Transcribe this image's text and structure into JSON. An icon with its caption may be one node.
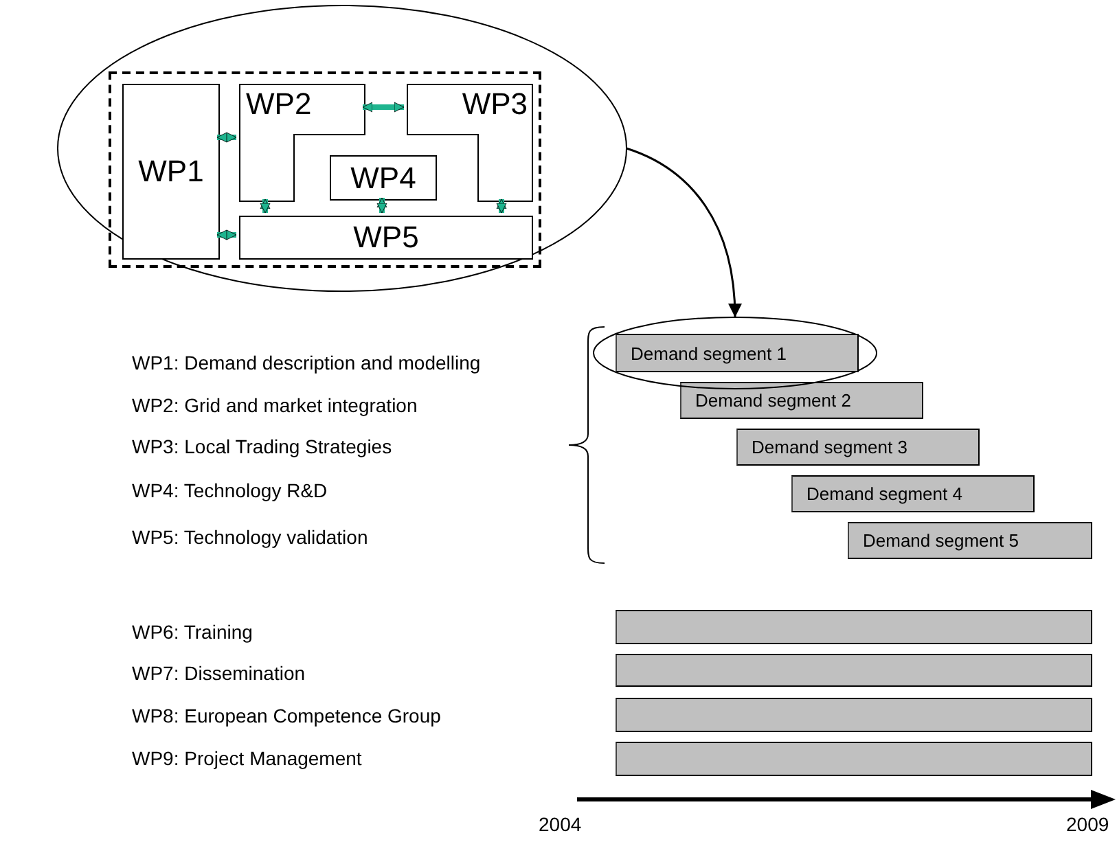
{
  "diagram": {
    "nodes": [
      {
        "text": [],
        "shape": "ellipse"
      },
      {
        "text": [],
        "shape": "box",
        "in": 0
      },
      {
        "text": [
          "WP1"
        ],
        "in": 1
      },
      {
        "text": [
          "WP2"
        ],
        "in": 1
      },
      {
        "text": [
          "WP3"
        ],
        "in": 1
      },
      {
        "text": [
          "WP4"
        ],
        "in": 1
      },
      {
        "text": [
          "WP5"
        ],
        "in": 1
      },
      {
        "text": [],
        "shape": "ellipse"
      },
      {
        "text": [
          "Demand segment 1"
        ],
        "in": 7
      },
      {
        "text": [
          "Demand segment 2"
        ]
      },
      {
        "text": [
          "Demand segment 3"
        ]
      },
      {
        "text": [
          "Demand segment 4"
        ]
      },
      {
        "text": [
          "Demand segment 5"
        ]
      },
      {
        "text": [],
        "shape": "bar"
      },
      {
        "text": [],
        "shape": "bar"
      },
      {
        "text": [],
        "shape": "bar"
      },
      {
        "text": [],
        "shape": "bar"
      }
    ],
    "edges": [
      {
        "from": 2,
        "to": 3,
        "arrow": "both"
      },
      {
        "from": 3,
        "to": 4,
        "arrow": "both"
      },
      {
        "from": 2,
        "to": 6,
        "arrow": "both"
      },
      {
        "from": 3,
        "to": 6,
        "arrow": "both"
      },
      {
        "from": 5,
        "to": 6,
        "arrow": "both"
      },
      {
        "from": 4,
        "to": 6,
        "arrow": "both"
      },
      {
        "from": 0,
        "to": 7,
        "arrow": "to",
        "color": "#000000"
      }
    ],
    "labels": [
      "WP1: Demand description and modelling",
      "WP2: Grid and market integration",
      "WP3: Local Trading Strategies",
      "WP4: Technology R&D",
      "WP5: Technology validation",
      "WP6: Training",
      "WP7: Dissemination",
      "WP8: European Competence Group",
      "WP9: Project Management",
      "2004",
      "2009"
    ]
  }
}
